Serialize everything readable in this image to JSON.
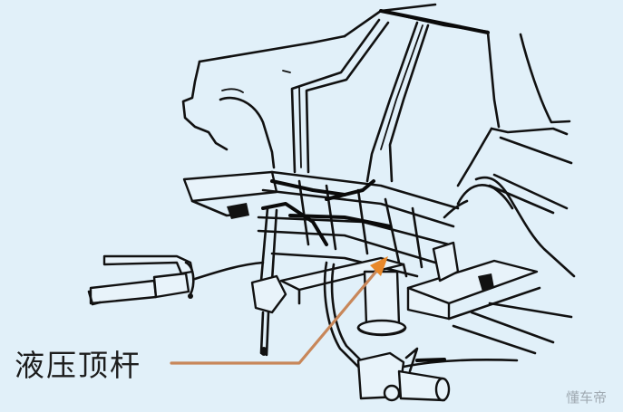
{
  "figure": {
    "subject": "car body mounted on frame straightening jig with hydraulic jack",
    "background_color": "#e1f0f9",
    "line_color": "#111111"
  },
  "callout": {
    "label": "液压顶杆",
    "leader_color": "#c8875a",
    "arrow_color": "#e8882a"
  },
  "watermark": {
    "text": "懂车帝"
  }
}
